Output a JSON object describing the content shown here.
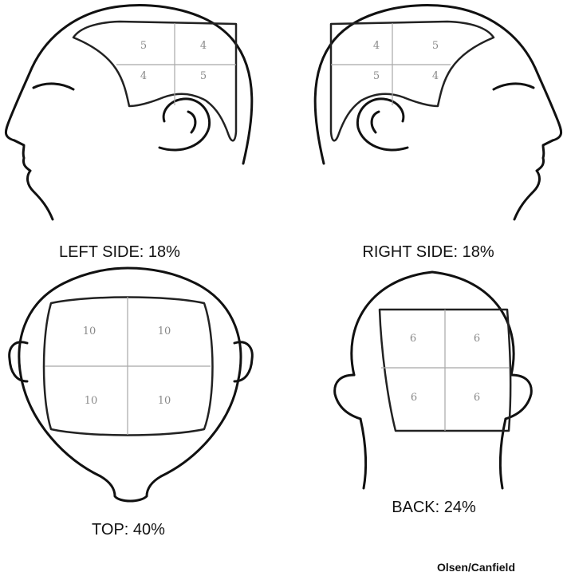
{
  "views": {
    "left": {
      "label": "LEFT SIDE: 18%",
      "q": [
        "5",
        "4",
        "4",
        "5"
      ]
    },
    "right": {
      "label": "RIGHT SIDE: 18%",
      "q": [
        "4",
        "5",
        "5",
        "4"
      ]
    },
    "top": {
      "label": "TOP: 40%",
      "q": [
        "10",
        "10",
        "10",
        "10"
      ]
    },
    "back": {
      "label": "BACK: 24%",
      "q": [
        "6",
        "6",
        "6",
        "6"
      ]
    }
  },
  "credit": "Olsen/Canfield"
}
